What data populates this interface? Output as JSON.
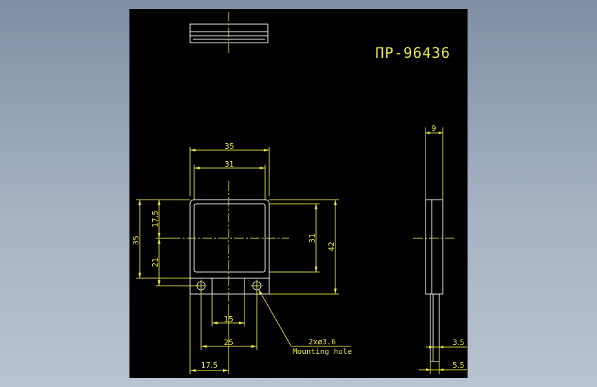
{
  "drawing": {
    "part_number": "ΠP-96436",
    "note_line1": "2xø3.6",
    "note_line2": "Mounting hole"
  },
  "dimensions": {
    "top_width_outer": "35",
    "top_width_inner": "31",
    "left_height": "35",
    "left_upper": "17.5",
    "left_lower": "21",
    "right_inner": "31",
    "right_outer": "42",
    "bottom_inner": "15",
    "bottom_mid": "25",
    "bottom_left": "17.5",
    "side_thickness": "9",
    "side_tab": "3.5",
    "side_tab_total": "5.5"
  },
  "colors": {
    "background": "#000000",
    "outline": "#ffffff",
    "dimension": "#e8e84a"
  }
}
